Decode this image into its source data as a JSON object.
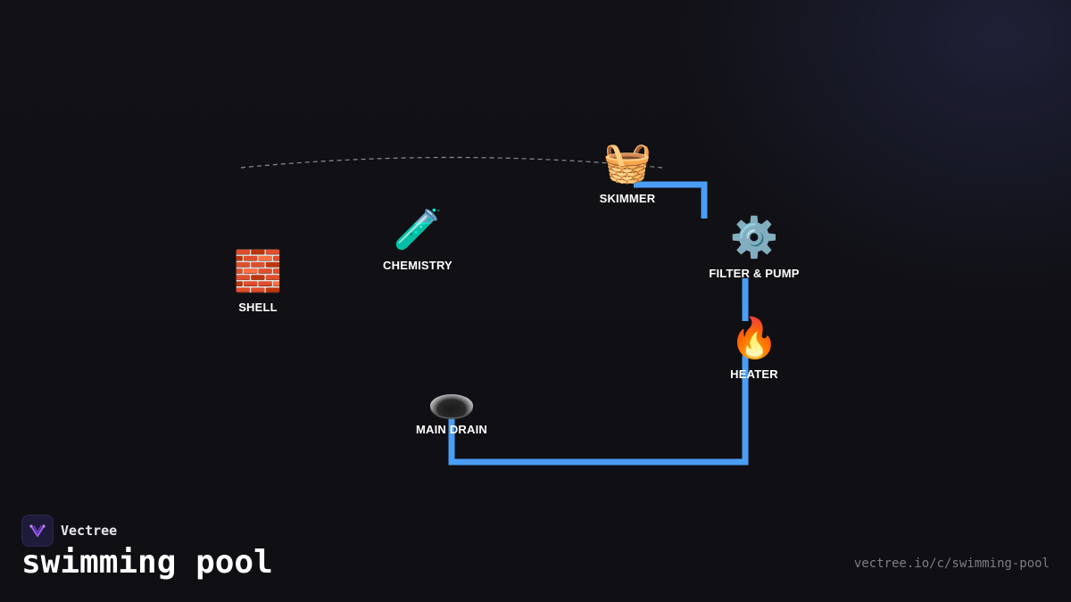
{
  "diagram": {
    "nodes": [
      {
        "id": "shell",
        "label": "SHELL",
        "icon": "brick-icon",
        "glyph": "🧱"
      },
      {
        "id": "chemistry",
        "label": "CHEMISTRY",
        "icon": "test-tube-icon",
        "glyph": "🧪"
      },
      {
        "id": "skimmer",
        "label": "SKIMMER",
        "icon": "basket-icon",
        "glyph": "🧺"
      },
      {
        "id": "filter",
        "label": "FILTER & PUMP",
        "icon": "gear-icon",
        "glyph": "⚙️"
      },
      {
        "id": "heater",
        "label": "HEATER",
        "icon": "fire-icon",
        "glyph": "🔥"
      },
      {
        "id": "drain",
        "label": "MAIN DRAIN",
        "icon": "drain-icon",
        "glyph": ""
      }
    ],
    "connections": [
      {
        "from": "skimmer",
        "to": "filter"
      },
      {
        "from": "filter",
        "to": "heater"
      },
      {
        "from": "heater",
        "to": "drain"
      }
    ],
    "colors": {
      "pipe": "#4a9ef5",
      "dashed_arc": "#8a8a92",
      "background": "#111116"
    }
  },
  "footer": {
    "brand_name": "Vectree",
    "title": "swimming pool",
    "url": "vectree.io/c/swimming-pool"
  }
}
